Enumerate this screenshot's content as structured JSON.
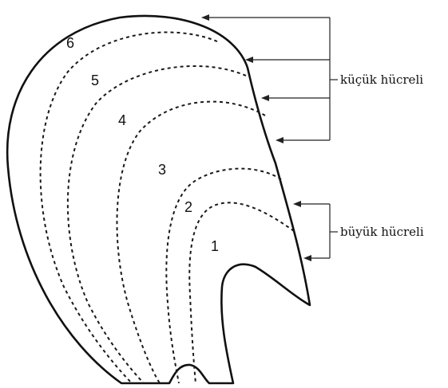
{
  "diagram": {
    "layer_numbers": [
      "6",
      "5",
      "4",
      "3",
      "2",
      "1"
    ],
    "labels": {
      "small_cell": "küçük hücreli",
      "large_cell": "büyük hücreli"
    },
    "colors": {
      "ink": "#111111",
      "background": "#ffffff"
    }
  }
}
